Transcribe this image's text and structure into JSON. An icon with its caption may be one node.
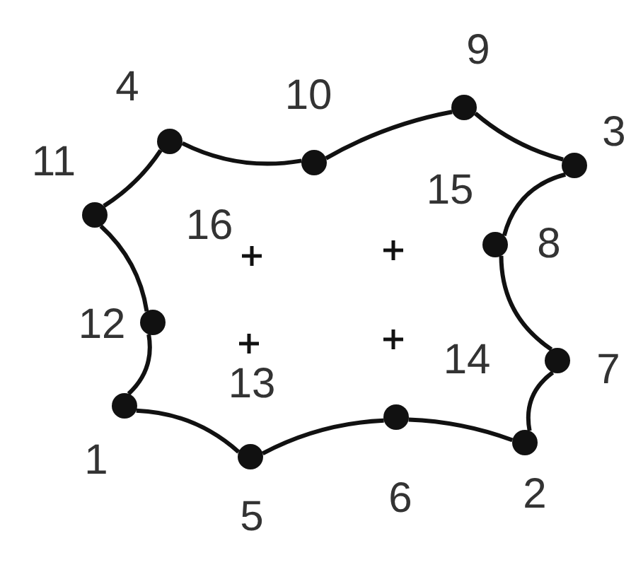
{
  "diagram": {
    "nodes": [
      {
        "text": [],
        "shape": "circle",
        "beside": [
          "1"
        ]
      },
      {
        "text": [],
        "shape": "circle",
        "beside": [
          "2"
        ]
      },
      {
        "text": [],
        "shape": "circle",
        "beside": [
          "3"
        ]
      },
      {
        "text": [],
        "shape": "circle",
        "beside": [
          "4"
        ]
      },
      {
        "text": [],
        "shape": "circle",
        "beside": [
          "5"
        ]
      },
      {
        "text": [],
        "shape": "circle",
        "beside": [
          "6"
        ]
      },
      {
        "text": [],
        "shape": "circle",
        "beside": [
          "7"
        ]
      },
      {
        "text": [],
        "shape": "circle",
        "beside": [
          "8"
        ]
      },
      {
        "text": [],
        "shape": "circle",
        "beside": [
          "9"
        ]
      },
      {
        "text": [],
        "shape": "circle",
        "beside": [
          "10"
        ]
      },
      {
        "text": [],
        "shape": "circle",
        "beside": [
          "11"
        ]
      },
      {
        "text": [],
        "shape": "circle",
        "beside": [
          "12"
        ]
      },
      {
        "text": [],
        "shape": "cross",
        "beside": [
          "13"
        ]
      },
      {
        "text": [],
        "shape": "cross",
        "beside": [
          "14"
        ]
      },
      {
        "text": [],
        "shape": "cross",
        "beside": [
          "15"
        ]
      },
      {
        "text": [],
        "shape": "cross",
        "beside": [
          "16"
        ]
      }
    ],
    "edges": [
      {
        "from": 0,
        "to": 4,
        "arrow": "none"
      },
      {
        "from": 4,
        "to": 5,
        "arrow": "none"
      },
      {
        "from": 5,
        "to": 1,
        "arrow": "none"
      },
      {
        "from": 1,
        "to": 6,
        "arrow": "none"
      },
      {
        "from": 6,
        "to": 7,
        "arrow": "none"
      },
      {
        "from": 7,
        "to": 2,
        "arrow": "none"
      },
      {
        "from": 2,
        "to": 8,
        "arrow": "none"
      },
      {
        "from": 8,
        "to": 9,
        "arrow": "none"
      },
      {
        "from": 9,
        "to": 3,
        "arrow": "none"
      },
      {
        "from": 3,
        "to": 10,
        "arrow": "none"
      },
      {
        "from": 10,
        "to": 11,
        "arrow": "none"
      },
      {
        "from": 11,
        "to": 0,
        "arrow": "none"
      }
    ]
  }
}
